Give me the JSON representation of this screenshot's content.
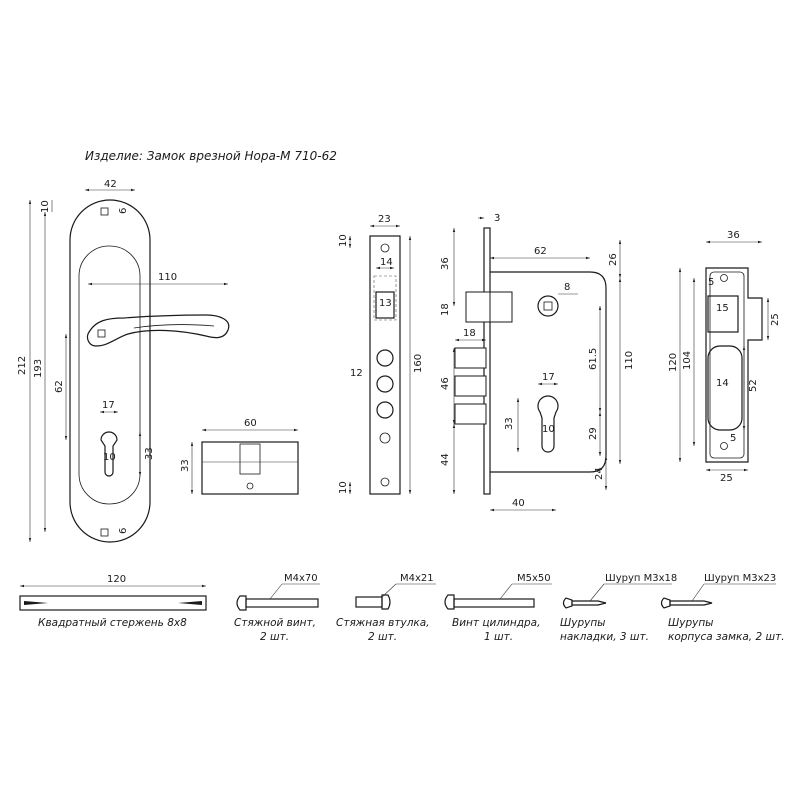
{
  "title": "Изделие: Замок врезной Нора-М 710-62",
  "handle": {
    "d_width": "42",
    "d_total_height": "212",
    "d_screw_axes": "193",
    "d_top_offset": "10",
    "d_lever_length": "110",
    "d_center_dist": "62",
    "d_cyl_width": "17",
    "d_cyl_inner": "10",
    "d_cyl_height": "33",
    "d_screw_top": "6",
    "d_screw_bottom": "6"
  },
  "cylinder": {
    "d_length": "60",
    "d_height": "33"
  },
  "faceplate": {
    "d_width": "23",
    "d_top": "10",
    "d_bottom": "10",
    "d_latch_width": "14",
    "d_square": "13",
    "d_side": "12",
    "d_length": "160"
  },
  "lockbody": {
    "d_plate": "3",
    "d_width": "62",
    "d_top": "36",
    "d_top_right": "26",
    "d_square": "8",
    "d_latch": "18",
    "d_bolt": "18",
    "d_615": "61.5",
    "d_110": "110",
    "d_46": "46",
    "d_17": "17",
    "d_33": "33",
    "d_10": "10",
    "d_29": "29",
    "d_44": "44",
    "d_24": "24",
    "d_40": "40"
  },
  "strike": {
    "d_width": "36",
    "d_120": "120",
    "d_104": "104",
    "d_5_top": "5",
    "d_15": "15",
    "d_25": "25",
    "d_14": "14",
    "d_52": "52",
    "d_5_bottom": "5",
    "d_bottom_width": "25"
  },
  "accessories": {
    "rod": {
      "d_length": "120",
      "caption": "Квадратный стержень 8х8"
    },
    "screw": {
      "size": "М4х70",
      "caption1": "Стяжной винт,",
      "caption2": "2 шт."
    },
    "sleeve": {
      "size": "М4х21",
      "caption1": "Стяжная втулка,",
      "caption2": "2 шт."
    },
    "cyl_screw": {
      "size": "М5х50",
      "caption1": "Винт цилиндра,",
      "caption2": "1 шт."
    },
    "screws_plate": {
      "size": "Шуруп М3х18",
      "caption1": "Шурупы",
      "caption2": "накладки, 3 шт."
    },
    "screws_body": {
      "size": "Шуруп М3х23",
      "caption1": "Шурупы",
      "caption2": "корпуса замка, 2 шт."
    }
  }
}
